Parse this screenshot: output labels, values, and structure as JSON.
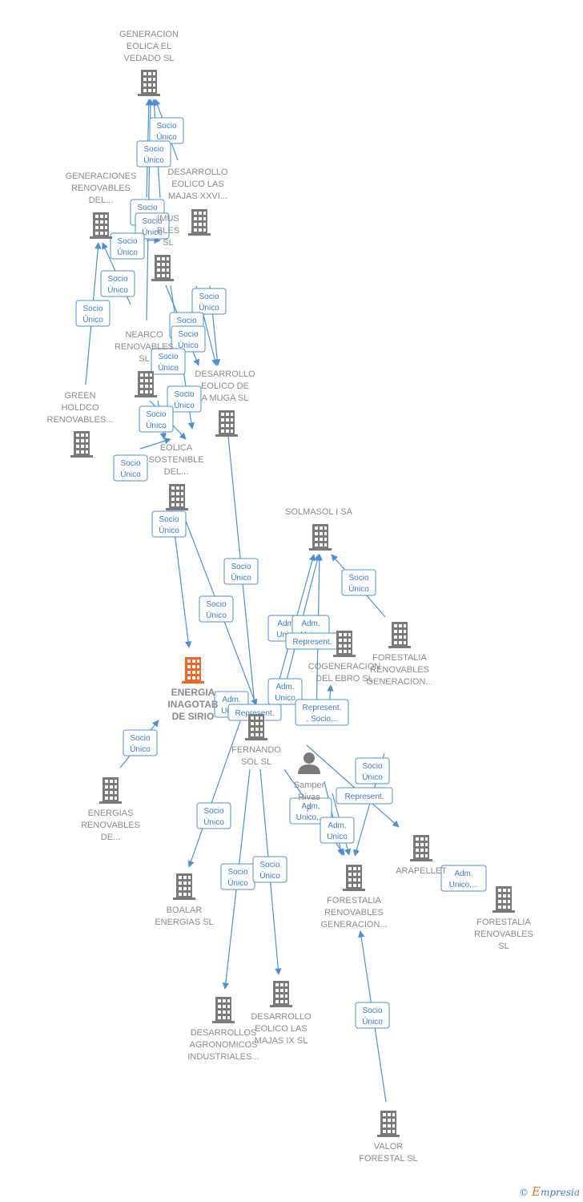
{
  "colors": {
    "edge": "#4a90d9",
    "building": "#7a7a7a",
    "highlight": "#f26522",
    "person": "#7a7a7a"
  },
  "footer": {
    "copyright": "©",
    "brand_initial": "E",
    "brand_rest": "mpresia"
  },
  "nodes": [
    {
      "id": "n1",
      "kind": "building",
      "label": [
        "GENERACION",
        "EOLICA EL",
        "VEDADO SL"
      ]
    },
    {
      "id": "n2",
      "kind": "building",
      "label": [
        "GENERACIONES",
        "RENOVABLES",
        "DEL..."
      ]
    },
    {
      "id": "n3",
      "kind": "building",
      "label": [
        "DESARROLLO",
        "EOLICO LAS",
        "MAJAS XXVI..."
      ]
    },
    {
      "id": "n4",
      "kind": "building",
      "label": [
        "IMUS",
        "BLES",
        "SL"
      ]
    },
    {
      "id": "n5",
      "kind": "building",
      "label": [
        "NEARCO",
        "RENOVABLES",
        "SL"
      ]
    },
    {
      "id": "n6",
      "kind": "building",
      "label": [
        "DESARROLLO",
        "EOLICO DE",
        "A MUGA SL"
      ]
    },
    {
      "id": "n7",
      "kind": "building",
      "label": [
        "GREEN",
        "HOLDCO",
        "RENOVABLES..."
      ]
    },
    {
      "id": "n8",
      "kind": "building",
      "label": [
        "EOLICA",
        "SOSTENIBLE",
        "DEL..."
      ]
    },
    {
      "id": "n9",
      "kind": "building",
      "label": [
        "SOLMASOL I SA"
      ]
    },
    {
      "id": "n10",
      "kind": "building",
      "label": [
        "FORESTALIA",
        "RENOVABLES",
        "GENERACION..."
      ]
    },
    {
      "id": "n11",
      "kind": "building",
      "label": [
        "COGENERACION",
        "DEL EBRO SL"
      ]
    },
    {
      "id": "n12",
      "kind": "highlight",
      "label": [
        "ENERGIA",
        "INAGOTAB",
        "DE SIRIO"
      ]
    },
    {
      "id": "n13",
      "kind": "building",
      "label": [
        "FERNANDO",
        "SOL SL"
      ]
    },
    {
      "id": "n14",
      "kind": "person",
      "label": [
        "Samper",
        "Rivas",
        "F"
      ]
    },
    {
      "id": "n15",
      "kind": "building",
      "label": [
        "ENERGIAS",
        "RENOVABLES",
        "DE..."
      ]
    },
    {
      "id": "n16",
      "kind": "building",
      "label": [
        "ARAPELLET"
      ]
    },
    {
      "id": "n17",
      "kind": "building",
      "label": [
        "BOALAR",
        "ENERGIAS SL"
      ]
    },
    {
      "id": "n18",
      "kind": "building",
      "label": [
        "FORESTALIA",
        "RENOVABLES",
        "GENERACION..."
      ]
    },
    {
      "id": "n19",
      "kind": "building",
      "label": [
        "FORESTALIA",
        "RENOVABLES",
        "SL"
      ]
    },
    {
      "id": "n20",
      "kind": "building",
      "label": [
        "DESARROLLOS",
        "AGRONOMICOS",
        "INDUSTRIALES..."
      ]
    },
    {
      "id": "n21",
      "kind": "building",
      "label": [
        "DESARROLLO",
        "EOLICO LAS",
        "MAJAS IX SL"
      ]
    },
    {
      "id": "n22",
      "kind": "building",
      "label": [
        "VALOR",
        "FORESTAL SL"
      ]
    }
  ],
  "edge_labels": [
    [
      "Socio",
      "Único"
    ],
    [
      "Socio",
      "Único"
    ],
    [
      "Socio",
      "Único"
    ],
    [
      "Socio",
      "Único"
    ],
    [
      "Socio",
      "Único"
    ],
    [
      "Socio",
      "Único"
    ],
    [
      "Socio",
      "Único"
    ],
    [
      "Socio",
      "Único"
    ],
    [
      "Socio",
      "Único"
    ],
    [
      "Socio",
      "Único"
    ],
    [
      "Socio",
      "Único"
    ],
    [
      "Socio",
      "Único"
    ],
    [
      "Socio",
      "Único"
    ],
    [
      "Socio",
      "Único"
    ],
    [
      "Socio",
      "Único"
    ],
    [
      "Socio",
      "Único"
    ],
    [
      "Socio",
      "Único"
    ],
    [
      "Socio",
      "Único"
    ],
    [
      "Adm.",
      "Unico"
    ],
    [
      "Represent."
    ],
    [
      "Adm.",
      "Unico"
    ],
    [
      "Represent.",
      ", Socio..."
    ],
    [
      "Adm.",
      "Unico"
    ],
    [
      "Represent."
    ],
    [
      "Socio",
      "Único"
    ],
    [
      "Socio",
      "Único"
    ],
    [
      "Socio",
      "Único"
    ],
    [
      "Socio",
      "Único"
    ],
    [
      "Socio",
      "Único"
    ],
    [
      "Represent."
    ],
    [
      "Adm.",
      "Unico,..."
    ],
    [
      "Adm.",
      "Unico"
    ],
    [
      "Adm.",
      "Unico,..."
    ],
    [
      "Socio",
      "Único"
    ],
    [
      "Socio",
      "Único"
    ],
    [
      "Socio",
      "Único"
    ]
  ]
}
